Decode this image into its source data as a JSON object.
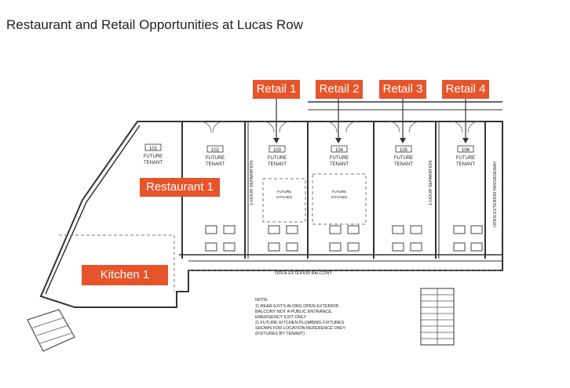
{
  "title": "Restaurant and Retail Opportunities at Lucas Row",
  "callouts": {
    "retail_1": "Retail 1",
    "retail_2": "Retail 2",
    "retail_3": "Retail 3",
    "retail_4": "Retail 4",
    "restaurant_1": "Restaurant 1",
    "kitchen_1": "Kitchen 1"
  },
  "units": [
    {
      "number": "101",
      "line1": "FUTURE",
      "line2": "TENANT"
    },
    {
      "number": "102",
      "line1": "FUTURE",
      "line2": "TENANT"
    },
    {
      "number": "103",
      "line1": "FUTURE",
      "line2": "TENANT"
    },
    {
      "number": "104",
      "line1": "FUTURE",
      "line2": "TENANT"
    },
    {
      "number": "105",
      "line1": "FUTURE",
      "line2": "TENANT"
    },
    {
      "number": "106",
      "line1": "FUTURE",
      "line2": "TENANT"
    }
  ],
  "labels": {
    "separation_left": "1-HOUR SEPARATION",
    "separation_right": "1-HOUR SEPARATION",
    "passageway": "OPEN EXTERIOR PASSAGEWAY",
    "balcony": "OPEN EXTERIOR BALCONY",
    "future_kitchen_1": [
      "FUTURE",
      "KITCHEN"
    ],
    "future_kitchen_2": [
      "FUTURE",
      "KITCHEN"
    ]
  },
  "note": {
    "heading": "NOTE:",
    "lines": [
      "1)    REAR EXITS ALONG OPEN EXTERIOR",
      "        BALCONY NOT A PUBLIC ENTRANCE,",
      "        EMERGENCY EXIT ONLY",
      "2)    FUTURE KITCHEN PLUMBING FIXTURES",
      "        SHOWN FOR LOCATION REFERENCE ONLY",
      "        (FIXTURES BY TENANT)"
    ]
  },
  "colors": {
    "callout": "#e8542a",
    "wall": "#333333",
    "dashed": "#777777"
  }
}
